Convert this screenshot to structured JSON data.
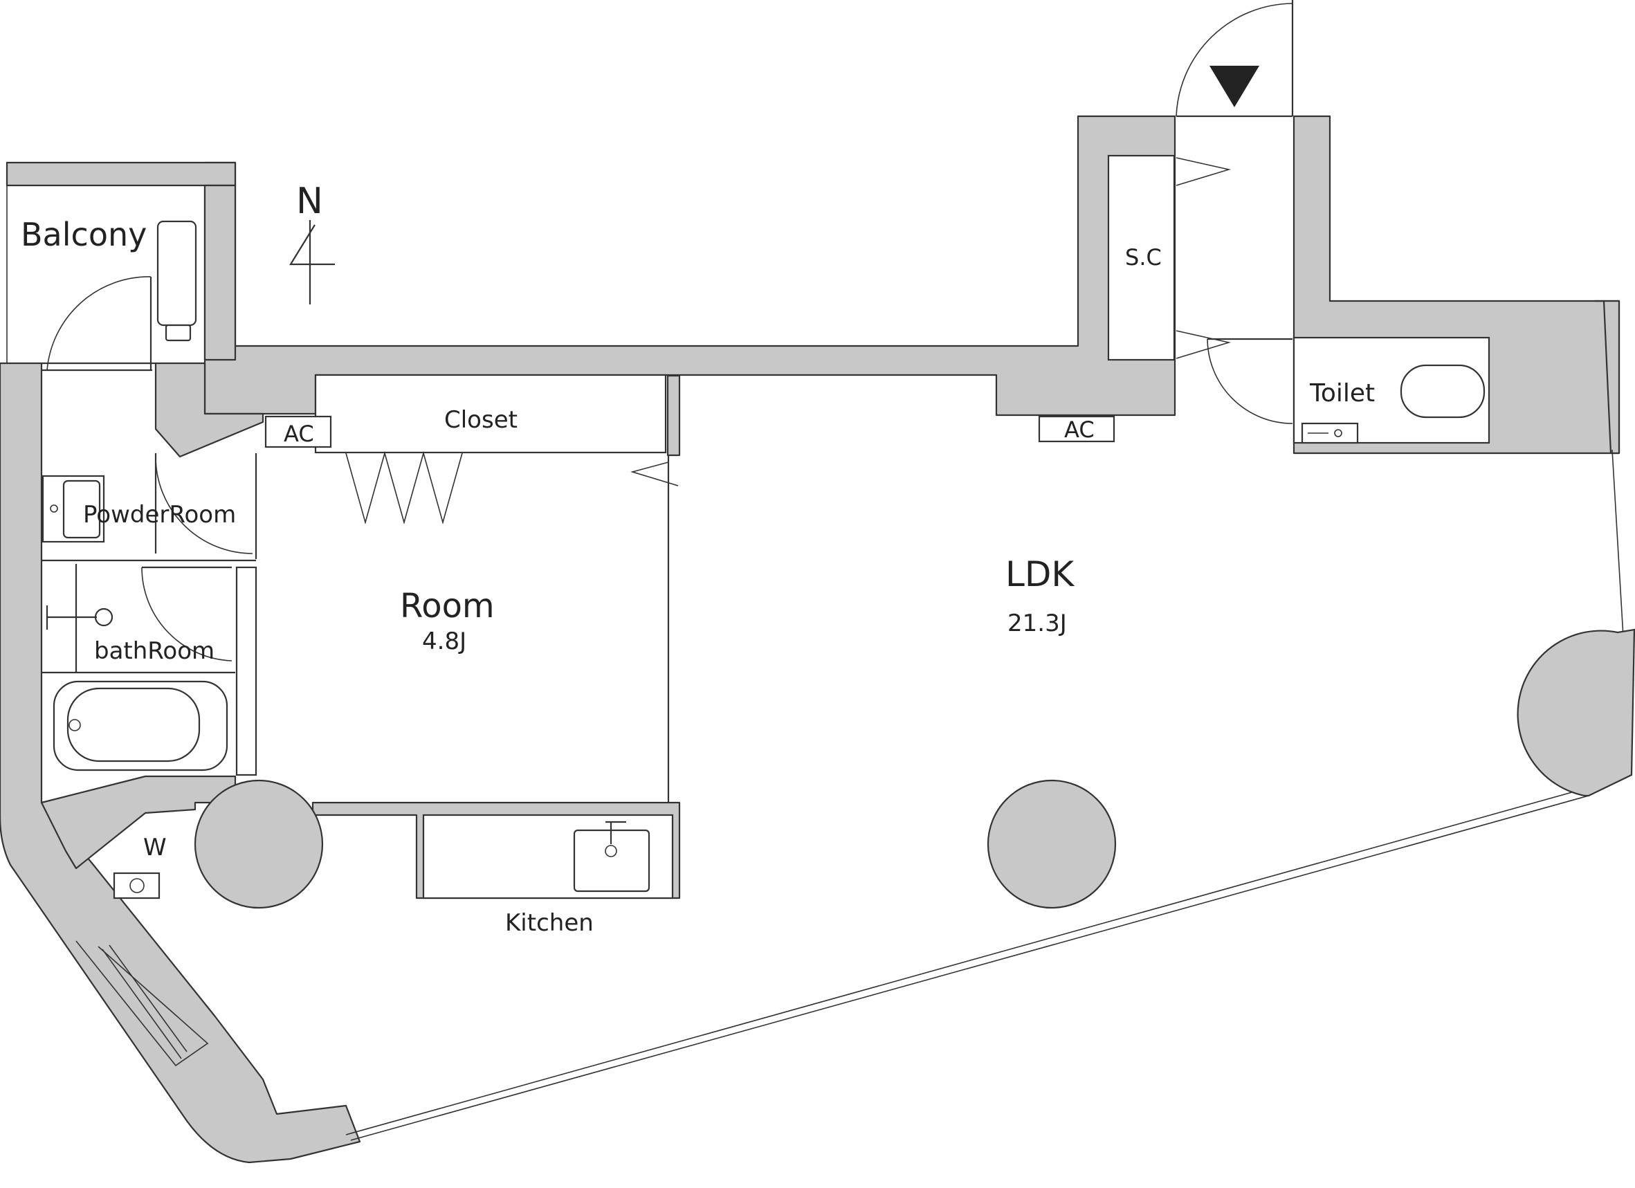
{
  "compass": {
    "label": "N"
  },
  "rooms": {
    "balcony": "Balcony",
    "powder_room": "PowderRoom",
    "bath_room": "bathRoom",
    "washer": "W",
    "room": {
      "name": "Room",
      "size": "4.8J"
    },
    "closet": "Closet",
    "ldk": {
      "name": "LDK",
      "size": "21.3J"
    },
    "kitchen": "Kitchen",
    "shoe_closet": "S.C",
    "toilet": "Toilet"
  },
  "ac_units": [
    "AC",
    "AC"
  ]
}
